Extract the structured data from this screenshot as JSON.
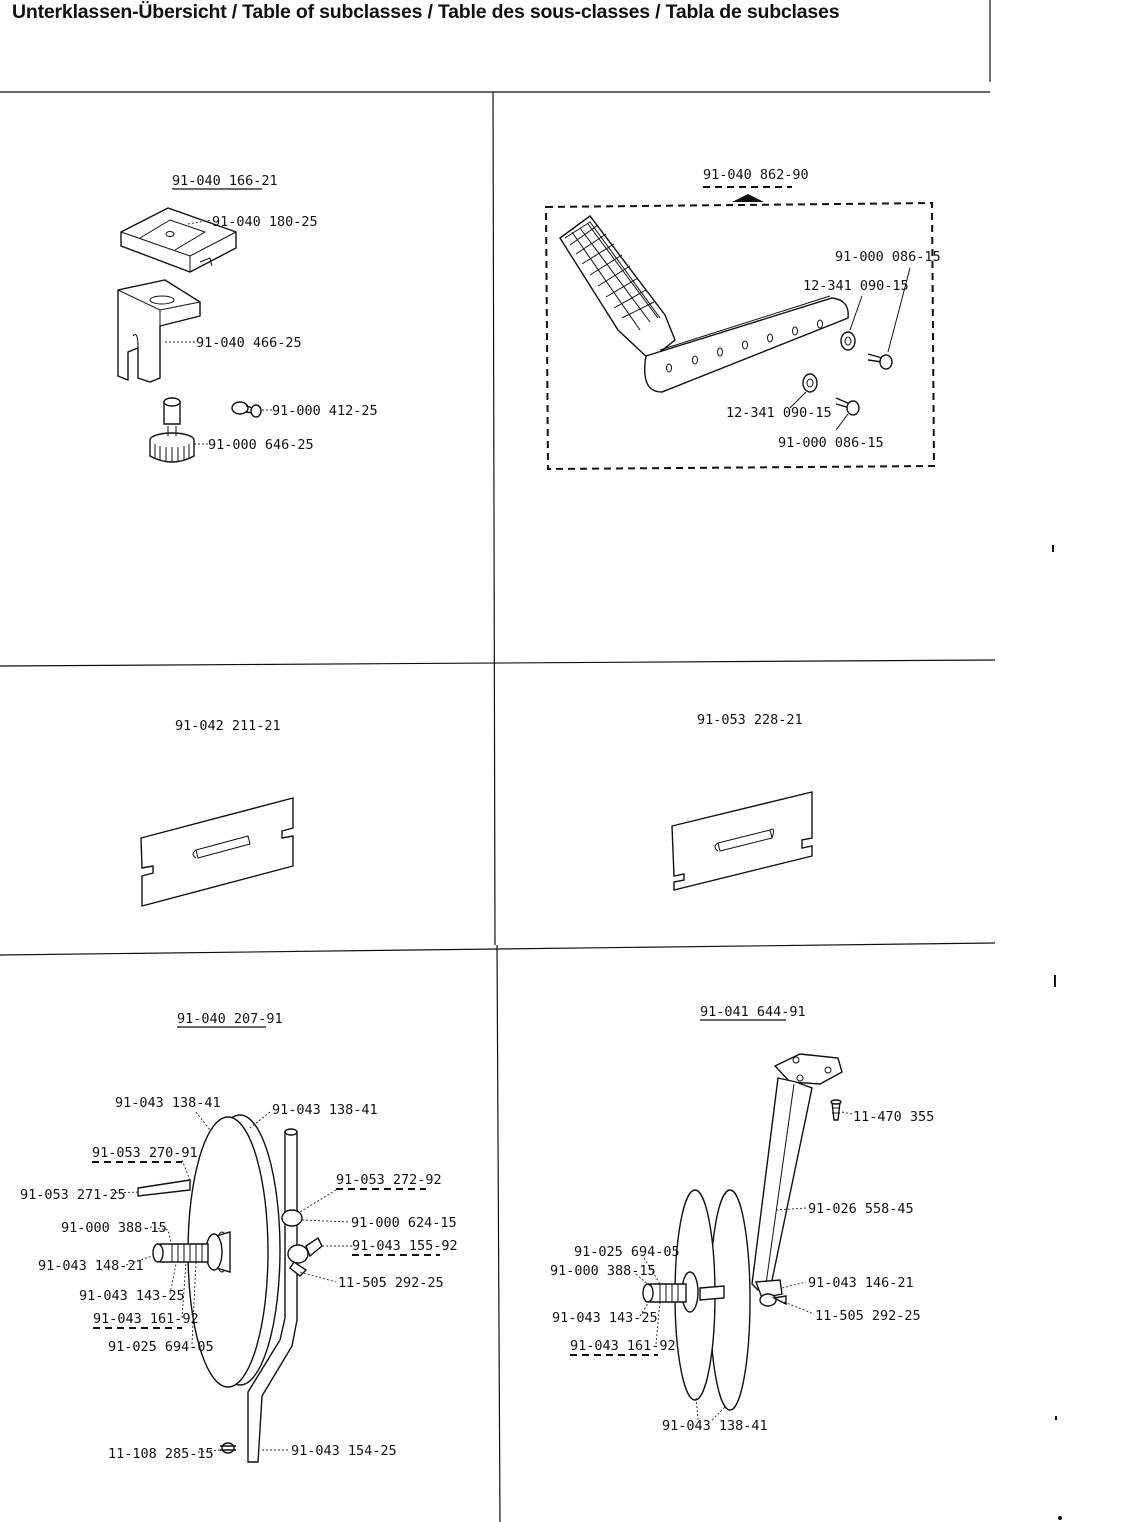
{
  "header": {
    "title": "Unterklassen-Übersicht / Table of subclasses / Table des sous-classes / Tabla de subclases"
  },
  "panels": {
    "p1": {
      "title": "91-040 166-21",
      "labels": [
        "91-040 180-25",
        "91-040 466-25",
        "91-000 412-25",
        "91-000 646-25"
      ]
    },
    "p2": {
      "title": "91-040 862-90",
      "labels": [
        "91-000 086-15",
        "12-341 090-15",
        "12-341 090-15",
        "91-000 086-15"
      ]
    },
    "p3": {
      "title": "91-042 211-21"
    },
    "p4": {
      "title": "91-053 228-21"
    },
    "p5": {
      "title": "91-040 207-91",
      "labels": [
        "91-043 138-41",
        "91-043 138-41",
        "91-053 270-91",
        "91-053 272-92",
        "91-053 271-25",
        "91-000 624-15",
        "91-000 388-15",
        "91-043 155-92",
        "91-043 148-21",
        "11-505 292-25",
        "91-043 143-25",
        "91-043 161-92",
        "91-025 694-05",
        "11-108 285-15",
        "91-043 154-25"
      ]
    },
    "p6": {
      "title": "91-041 644-91",
      "labels": [
        "11-470 355",
        "91-026 558-45",
        "91-025 694-05",
        "91-000 388-15",
        "91-043 146-21",
        "11-505 292-25",
        "91-043 143-25",
        "91-043 161-92",
        "91-043 138-41"
      ]
    }
  }
}
